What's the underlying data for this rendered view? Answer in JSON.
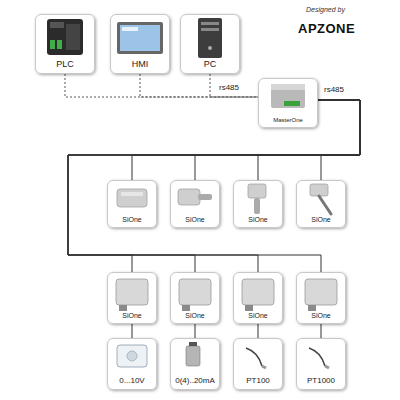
{
  "diagram": {
    "nodes": [
      {
        "text": [
          "PLC"
        ]
      },
      {
        "text": [
          "HMI"
        ]
      },
      {
        "text": [
          "PC"
        ]
      },
      {
        "text": [
          "MasterOne"
        ]
      },
      {
        "text": [
          "SiOne"
        ]
      },
      {
        "text": [
          "SiOne"
        ]
      },
      {
        "text": [
          "SiOne"
        ]
      },
      {
        "text": [
          "SiOne"
        ]
      },
      {
        "text": [
          "SiOne"
        ]
      },
      {
        "text": [
          "SiOne"
        ]
      },
      {
        "text": [
          "SiOne"
        ]
      },
      {
        "text": [
          "SiOne"
        ]
      },
      {
        "text": [
          "0...10V"
        ]
      },
      {
        "text": [
          "0(4)..20mA"
        ]
      },
      {
        "text": [
          "PT100"
        ]
      },
      {
        "text": [
          "PT1000"
        ]
      }
    ],
    "edges": [
      {
        "from": 0,
        "to": 3,
        "arrow": "none"
      },
      {
        "from": 1,
        "to": 3,
        "arrow": "none"
      },
      {
        "from": 2,
        "to": 3,
        "arrow": "none",
        "label": "rs485"
      },
      {
        "from": 3,
        "to": 4,
        "arrow": "none",
        "label": "rs485"
      },
      {
        "from": 3,
        "to": 5,
        "arrow": "none"
      },
      {
        "from": 3,
        "to": 6,
        "arrow": "none"
      },
      {
        "from": 3,
        "to": 7,
        "arrow": "none"
      },
      {
        "from": 3,
        "to": 8,
        "arrow": "none"
      },
      {
        "from": 3,
        "to": 9,
        "arrow": "none"
      },
      {
        "from": 3,
        "to": 10,
        "arrow": "none"
      },
      {
        "from": 3,
        "to": 11,
        "arrow": "none"
      },
      {
        "from": 8,
        "to": 12,
        "arrow": "none"
      },
      {
        "from": 9,
        "to": 13,
        "arrow": "none"
      },
      {
        "from": 10,
        "to": 14,
        "arrow": "none"
      },
      {
        "from": 11,
        "to": 15,
        "arrow": "none"
      }
    ],
    "labels": [
      "Designed by",
      "APZONE"
    ]
  }
}
